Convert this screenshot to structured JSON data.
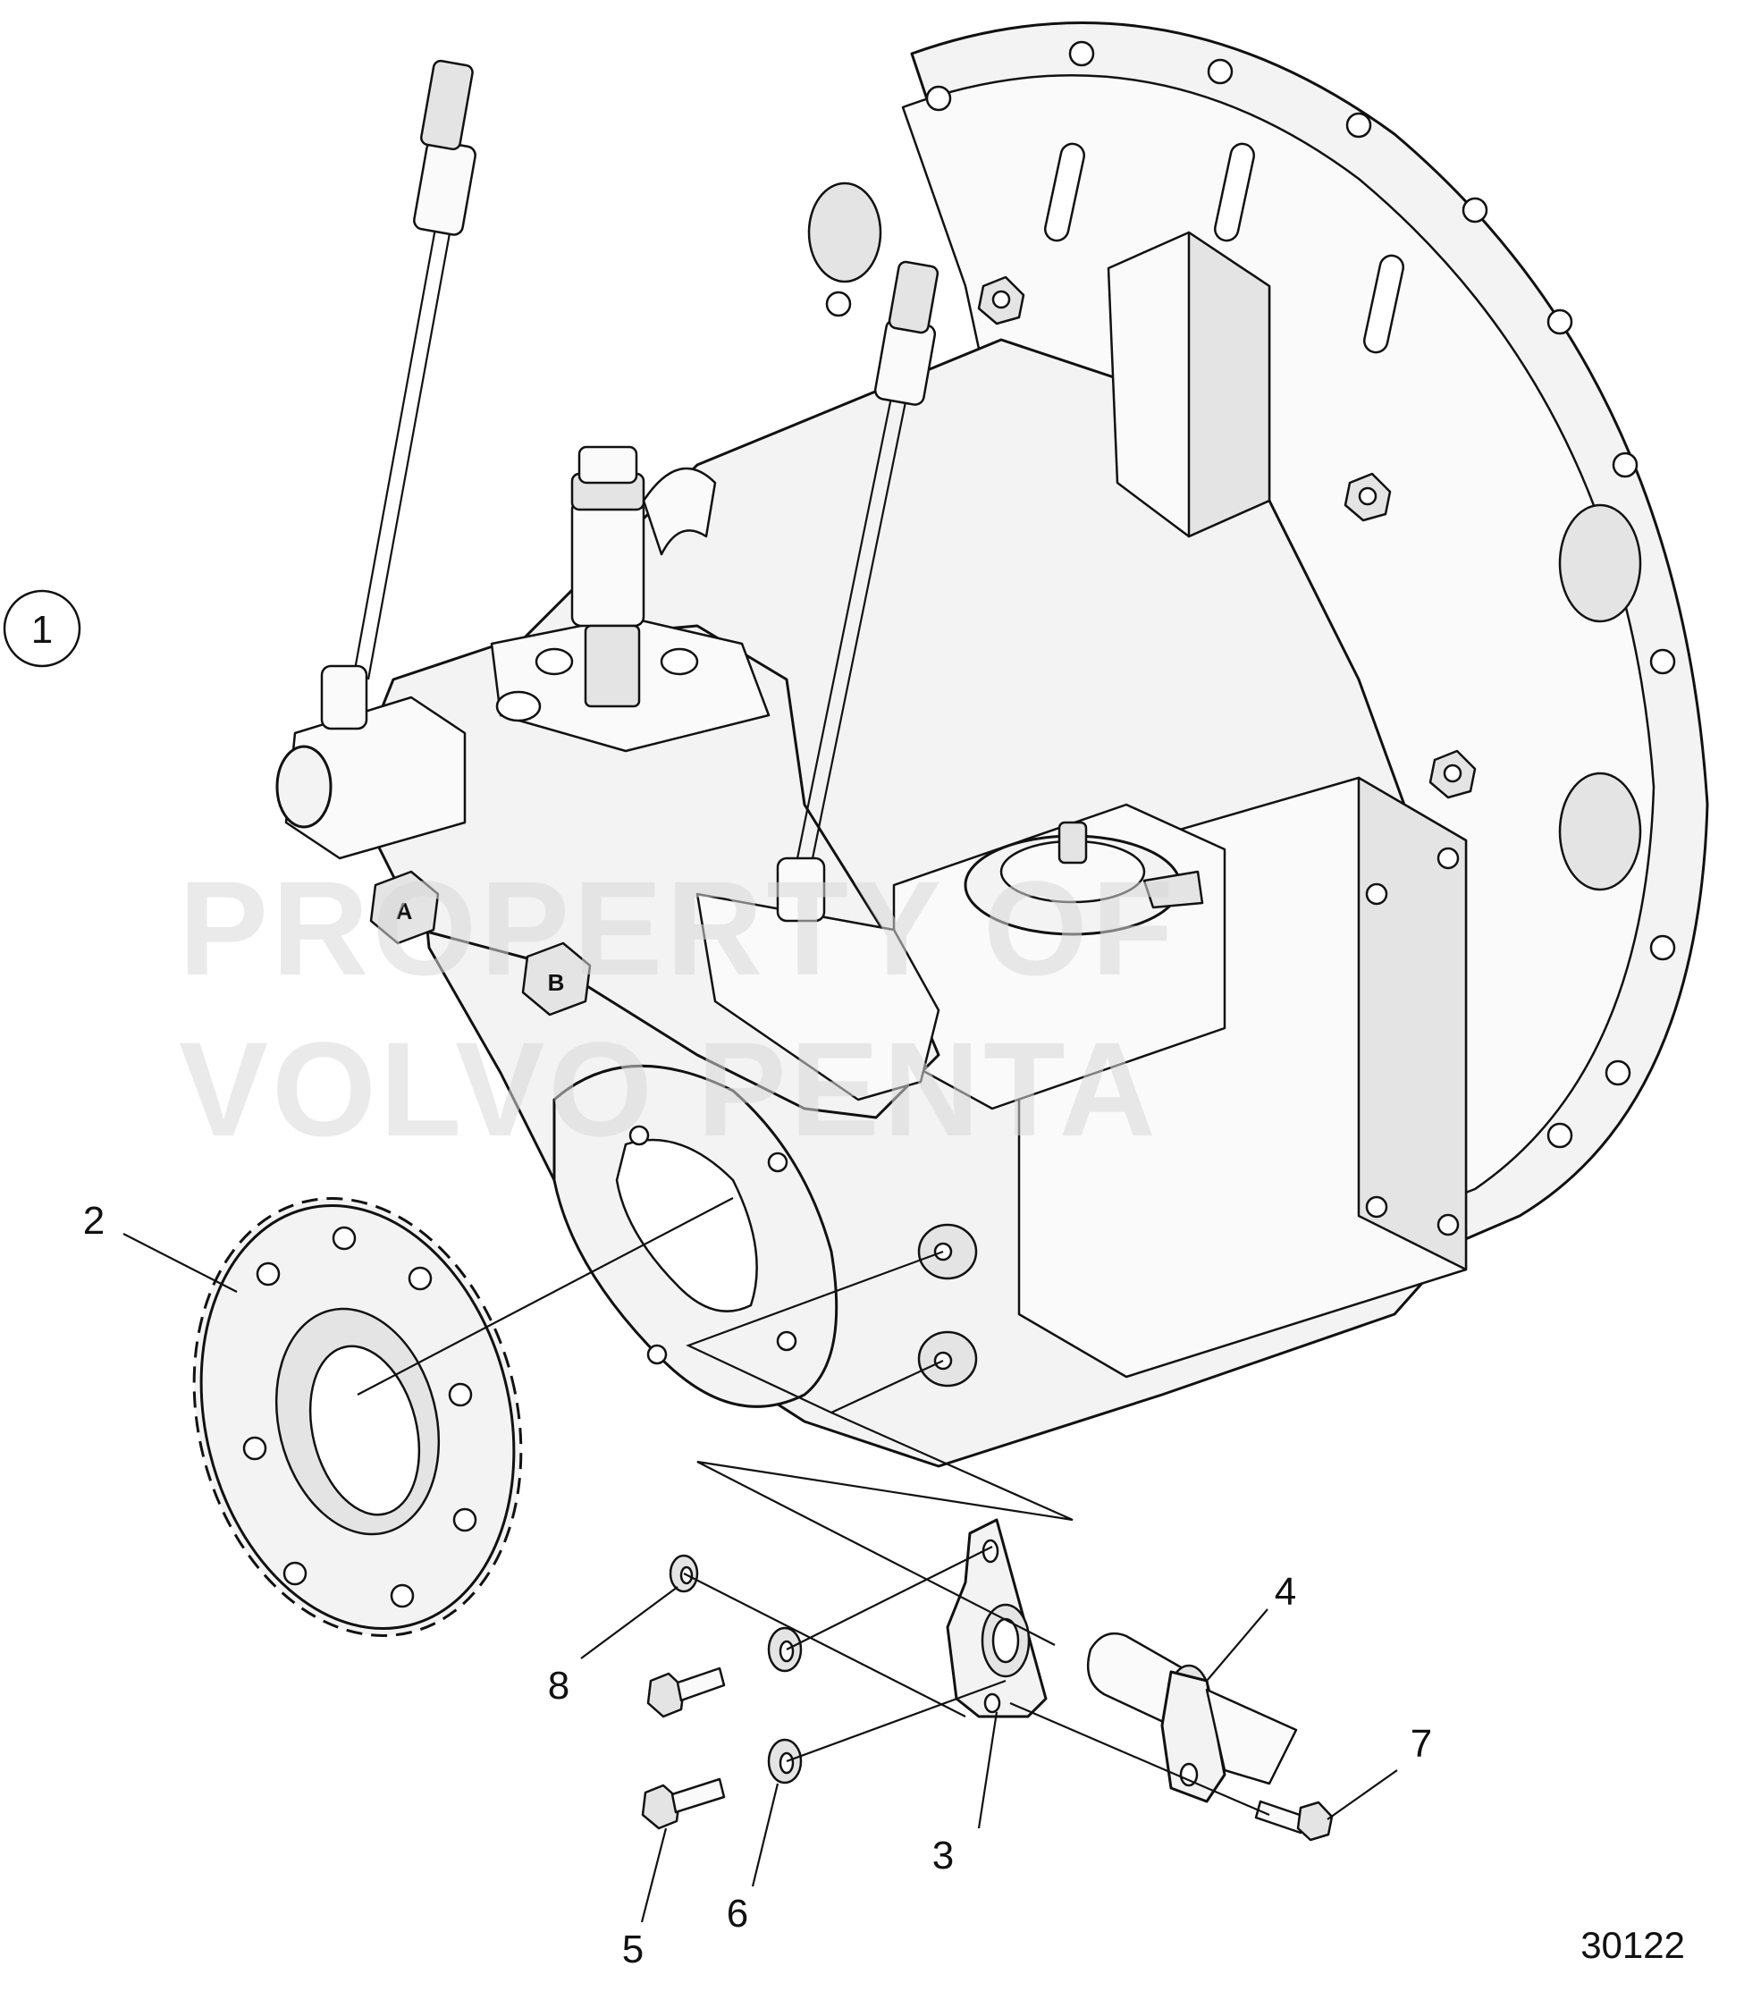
{
  "figure": {
    "assembly_callout": "1",
    "document_number": "30122",
    "watermark": [
      "PROPERTY OF",
      "VOLVO PENTA"
    ],
    "valve_labels": [
      "A",
      "B"
    ]
  },
  "callouts": [
    {
      "id": "callout-2",
      "label": "2"
    },
    {
      "id": "callout-3",
      "label": "3"
    },
    {
      "id": "callout-4",
      "label": "4"
    },
    {
      "id": "callout-5",
      "label": "5"
    },
    {
      "id": "callout-6",
      "label": "6"
    },
    {
      "id": "callout-7",
      "label": "7"
    },
    {
      "id": "callout-8",
      "label": "8"
    }
  ]
}
